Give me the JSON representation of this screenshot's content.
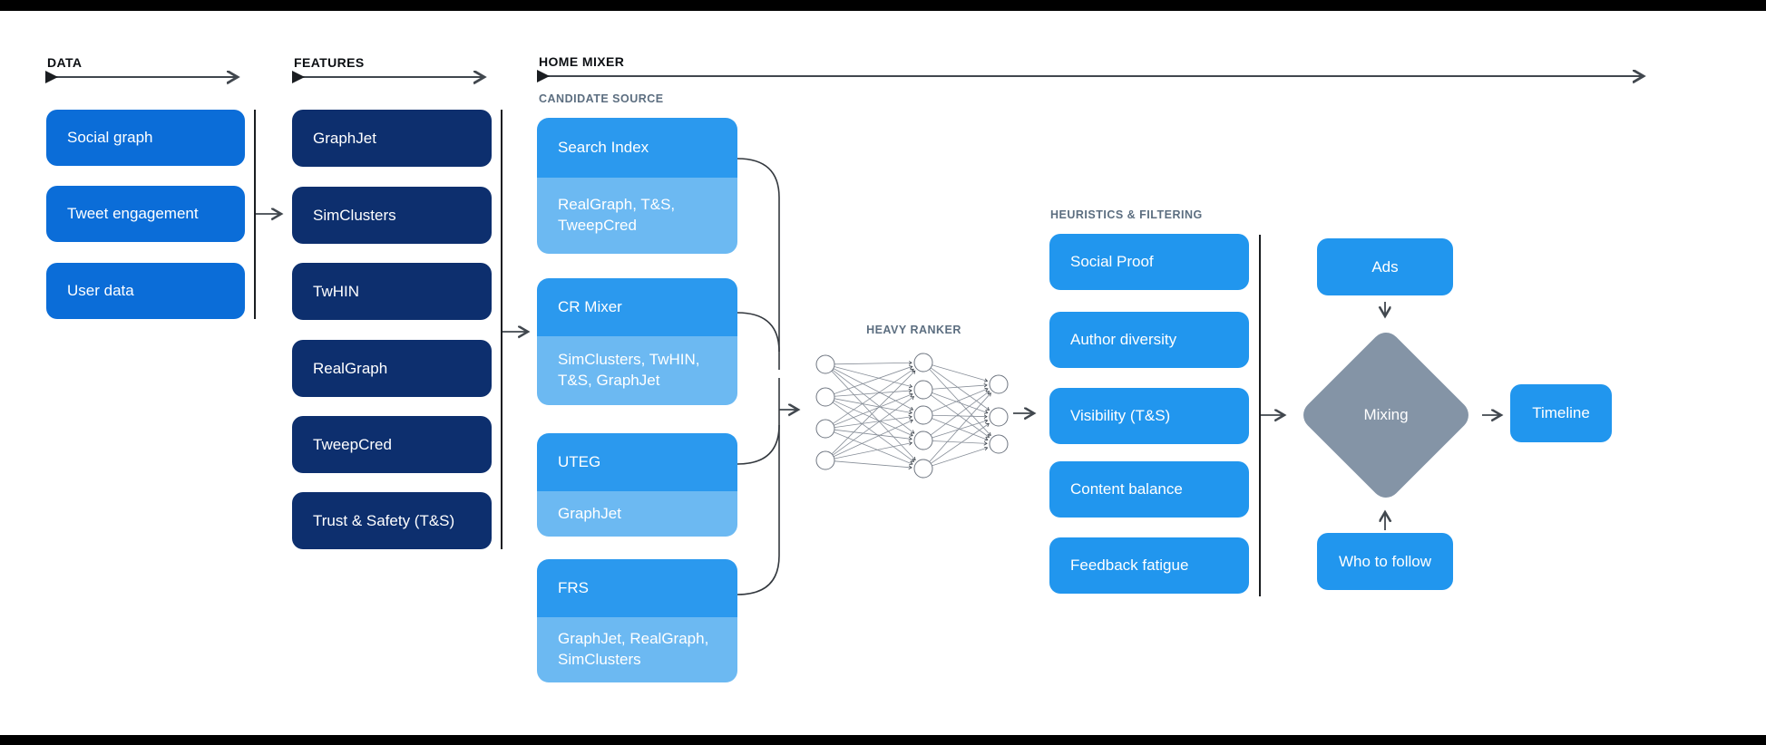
{
  "colors": {
    "data_box_blue": "#0b6dd8",
    "feature_box_navy": "#0d2f6e",
    "bright_blue": "#2196ee",
    "light_blue": "#6cb9f2",
    "diamond_gray": "#8494a6",
    "arrow_dark": "#41474e",
    "sub_label_gray": "#5c6e80",
    "frame_black": "#000000"
  },
  "columns": {
    "data": {
      "header": "DATA",
      "items": [
        "Social graph",
        "Tweet engagement",
        "User data"
      ]
    },
    "features": {
      "header": "FEATURES",
      "items": [
        "GraphJet",
        "SimClusters",
        "TwHIN",
        "RealGraph",
        "TweepCred",
        "Trust & Safety (T&S)"
      ]
    },
    "home_mixer": {
      "header": "HOME MIXER",
      "candidate_source": {
        "header": "CANDIDATE SOURCE",
        "cards": [
          {
            "title": "Search Index",
            "sources": "RealGraph, T&S, TweepCred"
          },
          {
            "title": "CR Mixer",
            "sources": "SimClusters, TwHIN, T&S, GraphJet"
          },
          {
            "title": "UTEG",
            "sources": "GraphJet"
          },
          {
            "title": "FRS",
            "sources": "GraphJet, RealGraph, SimClusters"
          }
        ]
      },
      "heavy_ranker": {
        "header": "HEAVY RANKER"
      },
      "heuristics": {
        "header": "HEURISTICS & FILTERING",
        "items": [
          "Social Proof",
          "Author diversity",
          "Visibility (T&S)",
          "Content balance",
          "Feedback fatigue"
        ]
      },
      "output": {
        "ads": "Ads",
        "mixing": "Mixing",
        "who_to_follow": "Who to follow",
        "timeline": "Timeline"
      }
    }
  }
}
